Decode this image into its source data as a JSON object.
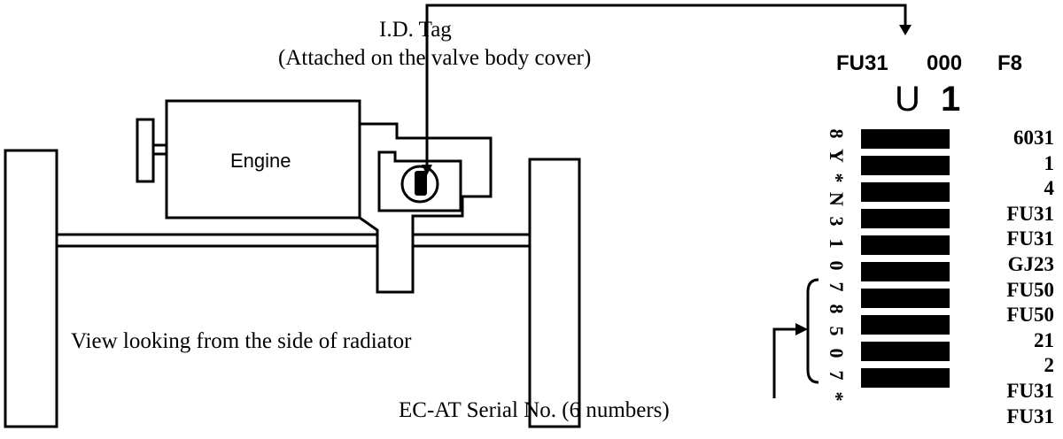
{
  "id_tag": {
    "title": "I.D. Tag",
    "subtitle": "(Attached on the valve body cover)"
  },
  "engine_label": "Engine",
  "view_caption": "View looking from the side of radiator",
  "serial_caption": "EC-AT Serial No. (6 numbers)",
  "tag": {
    "top_codes": [
      "FU31",
      "000",
      "F8"
    ],
    "u_letter": "U",
    "digit": "1",
    "vertical_chars": [
      "8",
      "Y",
      "*",
      "N",
      "3",
      "1",
      "0",
      "7",
      "8",
      "5",
      "0",
      "7",
      "*"
    ],
    "bar_count": 10,
    "right_codes": [
      "6031",
      "1",
      "4",
      "FU31",
      "FU31",
      "GJ23",
      "FU50",
      "FU50",
      "21",
      "2",
      "FU31",
      "FU31"
    ]
  }
}
